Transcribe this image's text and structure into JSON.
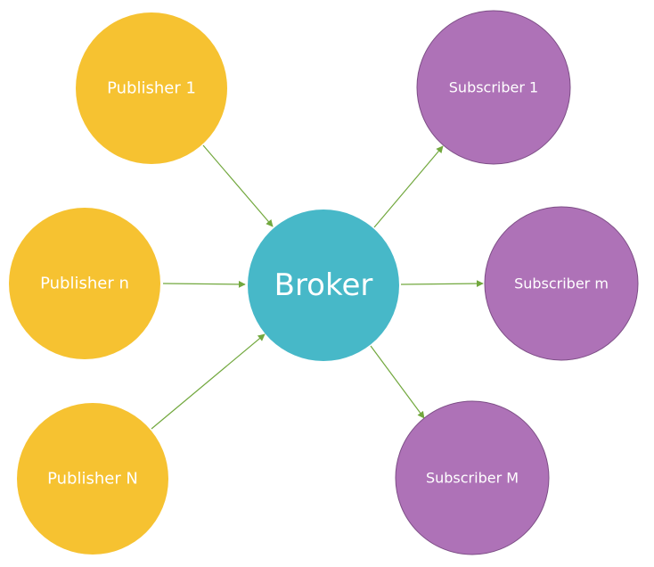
{
  "diagram": {
    "colors": {
      "publisher": "#f6c231",
      "broker": "#47b8c8",
      "subscriber": "#ae72b7",
      "subscriber_stroke": "#7d4e86",
      "edge": "#72a83e",
      "label": "#ffffff"
    },
    "nodes": [
      {
        "id": "pub1",
        "label": "Publisher 1",
        "role": "publisher"
      },
      {
        "id": "pubn",
        "label": "Publisher n",
        "role": "publisher"
      },
      {
        "id": "pubN",
        "label": "Publisher N",
        "role": "publisher"
      },
      {
        "id": "broker",
        "label": "Broker",
        "role": "broker"
      },
      {
        "id": "sub1",
        "label": "Subscriber 1",
        "role": "subscriber"
      },
      {
        "id": "subm",
        "label": "Subscriber m",
        "role": "subscriber"
      },
      {
        "id": "subM",
        "label": "Subscriber M",
        "role": "subscriber"
      }
    ],
    "edges": [
      {
        "from": "pub1",
        "to": "broker"
      },
      {
        "from": "pubn",
        "to": "broker"
      },
      {
        "from": "pubN",
        "to": "broker"
      },
      {
        "from": "broker",
        "to": "sub1"
      },
      {
        "from": "broker",
        "to": "subm"
      },
      {
        "from": "broker",
        "to": "subM"
      }
    ]
  }
}
